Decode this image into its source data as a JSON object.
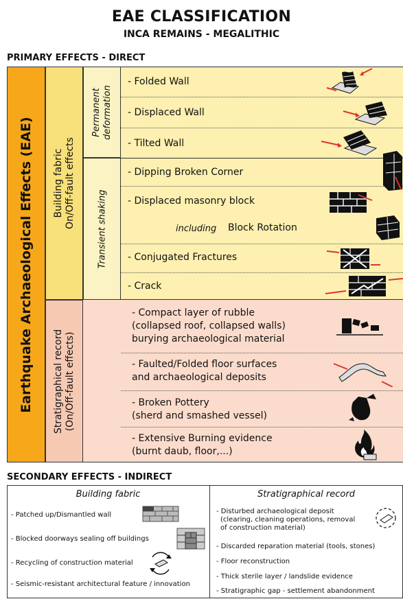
{
  "header": {
    "title": "EAE CLASSIFICATION",
    "subtitle": "INCA REMAINS - MEGALITHIC"
  },
  "primary": {
    "heading": "PRIMARY EFFECTS - DIRECT",
    "eae_label": "Earthquake Archaeological Effects (EAE)",
    "building_fabric_line1": "Building fabric",
    "building_fabric_line2": "On/Off-fault effects",
    "strat_line1": "Stratigraphical record",
    "strat_line2": "(On/Off-fault effects)",
    "permanent_line1": "Permanent",
    "permanent_line2": "deformation",
    "transient": "Transient shaking",
    "folded_wall": "- Folded Wall",
    "displaced_wall": "- Displaced Wall",
    "tilted_wall": "- Tilted Wall",
    "dipping_corner": "- Dipping Broken Corner",
    "displaced_block": "- Displaced masonry block",
    "including": "including",
    "block_rotation": "Block Rotation",
    "conjugated": "- Conjugated Fractures",
    "crack": "- Crack",
    "rubble_1": "- Compact layer of rubble",
    "rubble_2": "(collapsed roof, collapsed walls)",
    "rubble_3": "burying archaeological material",
    "faulted_1": "- Faulted/Folded floor surfaces",
    "faulted_2": "and archaeological deposits",
    "pottery_1": "- Broken Pottery",
    "pottery_2": "(sherd and smashed vessel)",
    "burning_1": "- Extensive Burning evidence",
    "burning_2": "(burnt daub, floor,...)"
  },
  "secondary": {
    "heading": "SECONDARY EFFECTS - INDIRECT",
    "building_head": "Building fabric",
    "strat_head": "Stratigraphical record",
    "b1": "- Patched up/Dismantled wall",
    "b2": "- Blocked doorways sealing off buildings",
    "b3": "- Recycling of construction material",
    "b4": "- Seismic-resistant architectural feature / innovation",
    "s1a": "- Disturbed archaeological deposit",
    "s1b": "(clearing, cleaning operations, removal",
    "s1c": "of construction material)",
    "s2": "- Discarded reparation material (tools, stones)",
    "s3": "- Floor reconstruction",
    "s4": "- Thick sterile layer / landslide evidence",
    "s5": "- Stratigraphic gap - settlement abandonment"
  },
  "colors": {
    "eae_orange": "#f6a71a",
    "building_yellow": "#f8e07a",
    "light_yellow": "#fdf0b0",
    "strat_pink": "#f6c9b3",
    "light_pink": "#fbdccc",
    "arrow_red": "#e0332d"
  },
  "icons": [
    "folded-wall-icon",
    "displaced-wall-icon",
    "tilted-wall-icon",
    "broken-corner-icon",
    "masonry-block-icon",
    "rotated-block-icon",
    "conjugated-fracture-icon",
    "crack-icon",
    "rubble-icon",
    "folded-floor-icon",
    "broken-pottery-icon",
    "fire-icon",
    "brick-wall-icon",
    "blocked-door-icon",
    "recycle-icon",
    "recycle-small-icon"
  ]
}
